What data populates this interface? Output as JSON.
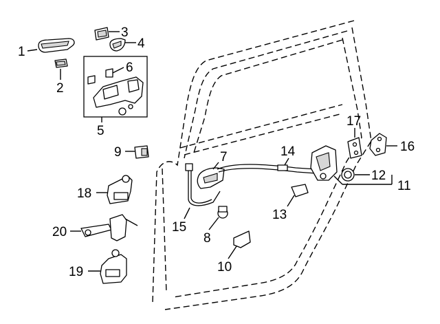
{
  "callouts": [
    {
      "id": "1",
      "text": "1"
    },
    {
      "id": "2",
      "text": "2"
    },
    {
      "id": "3",
      "text": "3"
    },
    {
      "id": "4",
      "text": "4"
    },
    {
      "id": "5",
      "text": "5"
    },
    {
      "id": "6",
      "text": "6"
    },
    {
      "id": "7",
      "text": "7"
    },
    {
      "id": "8",
      "text": "8"
    },
    {
      "id": "9",
      "text": "9"
    },
    {
      "id": "10",
      "text": "10"
    },
    {
      "id": "11",
      "text": "11"
    },
    {
      "id": "12",
      "text": "12"
    },
    {
      "id": "13",
      "text": "13"
    },
    {
      "id": "14",
      "text": "14"
    },
    {
      "id": "15",
      "text": "15"
    },
    {
      "id": "16",
      "text": "16"
    },
    {
      "id": "17",
      "text": "17"
    },
    {
      "id": "18",
      "text": "18"
    },
    {
      "id": "19",
      "text": "19"
    },
    {
      "id": "20",
      "text": "20"
    }
  ],
  "colors": {
    "line": "#000000",
    "background": "#ffffff",
    "shade": "#d6d6d6"
  }
}
